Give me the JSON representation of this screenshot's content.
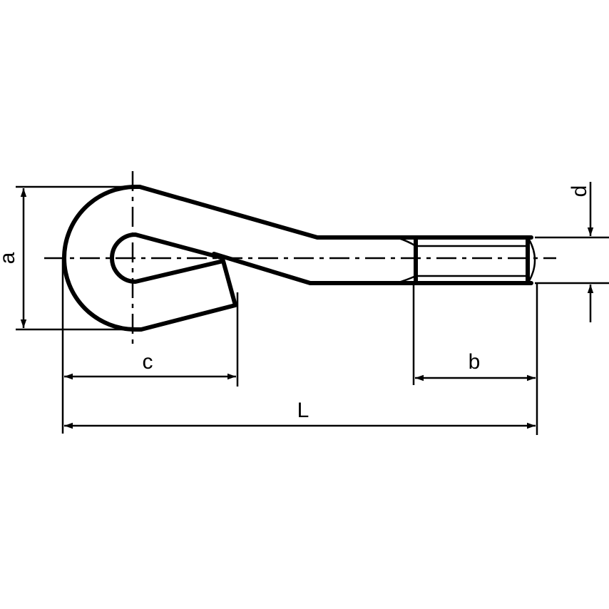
{
  "diagram": {
    "dimensions": {
      "a": "a",
      "b": "b",
      "c": "c",
      "d": "d",
      "L": "L"
    },
    "line_color": "#000000",
    "background": "#ffffff"
  }
}
